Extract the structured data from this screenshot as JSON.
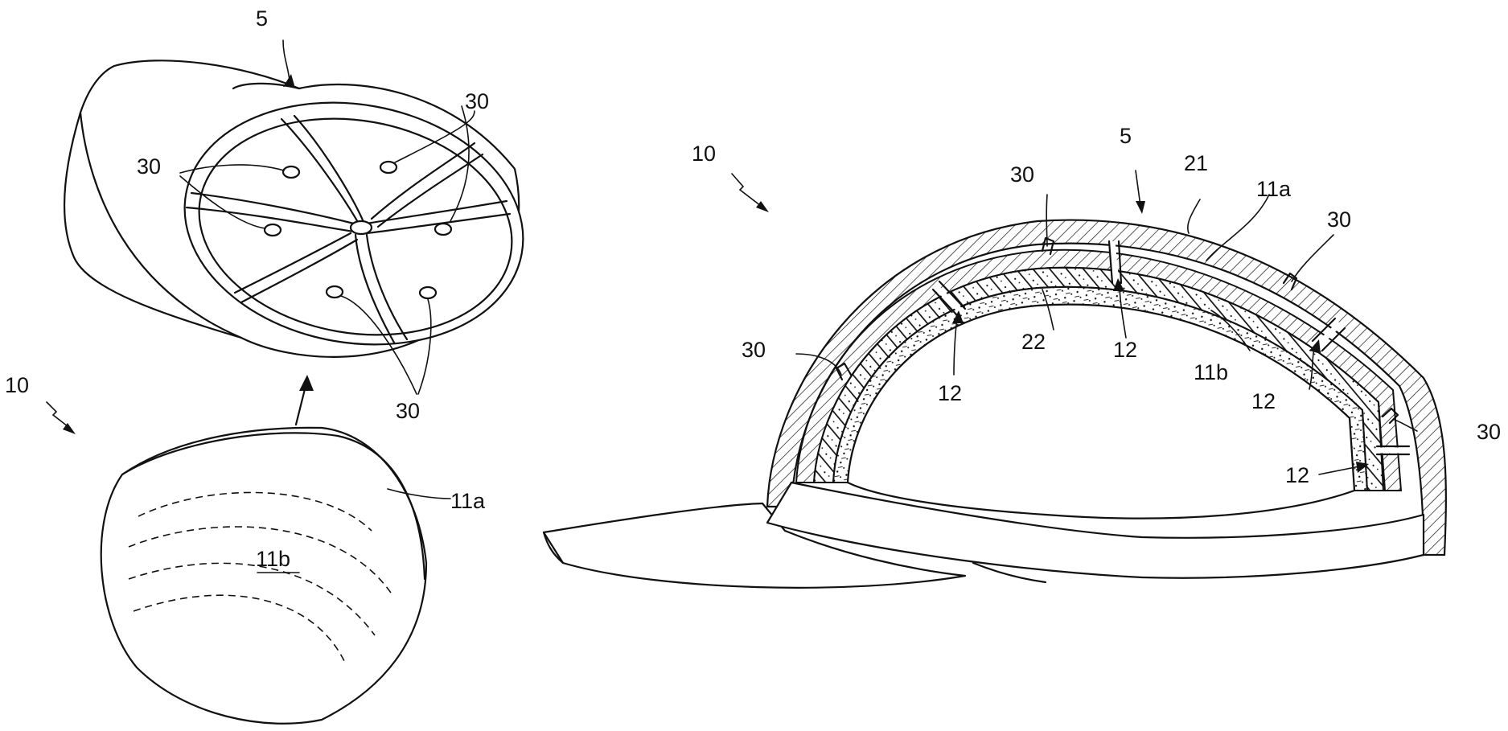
{
  "figure": {
    "background": "#ffffff",
    "line_color": "#111111",
    "labels": {
      "cap_exploded": "5",
      "hole_group_right": "30",
      "hole_group_left": "30",
      "hole_group_bottom": "30",
      "assembly_left": "10",
      "insert_outer": "11a",
      "insert_inner": "11b",
      "assembly_right": "10",
      "cap_section": "5",
      "hole_top_left": "30",
      "crown_outer": "21",
      "insert_outer_section": "11a",
      "hole_top_right": "30",
      "hole_left": "30",
      "liner_inner": "22",
      "seam_center": "12",
      "seam_left": "12",
      "insert_inner_section": "11b",
      "seam_right": "12",
      "hole_right": "30",
      "seam_lower_right": "12"
    }
  }
}
